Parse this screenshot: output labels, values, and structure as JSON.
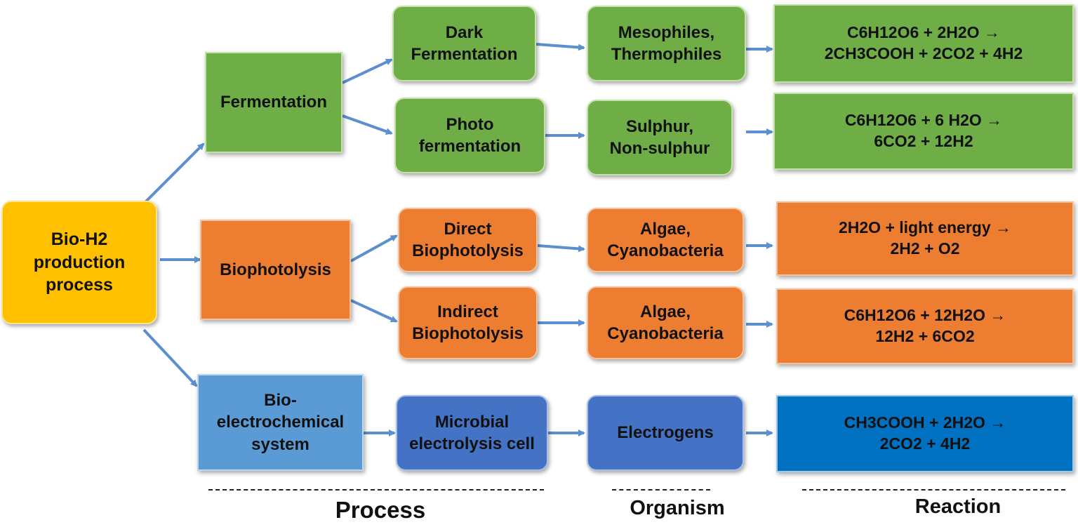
{
  "colors": {
    "green": "#6fae47",
    "orange": "#ed7d31",
    "blue_light": "#5b9bd5",
    "blue_mid": "#4472c4",
    "blue_dark": "#0070c0",
    "yellow": "#ffc000",
    "arrow": "#5b8fd0"
  },
  "root": {
    "line1": "Bio-H2",
    "line2": "production",
    "line3": "process"
  },
  "process": {
    "fermentation": "Fermentation",
    "biophotolysis": "Biophotolysis",
    "bes": {
      "line1": "Bio-",
      "line2": "electrochemical",
      "line3": "system"
    }
  },
  "subprocess": {
    "dark": {
      "line1": "Dark",
      "line2": "Fermentation"
    },
    "photo": {
      "line1": "Photo",
      "line2": "fermentation"
    },
    "direct": {
      "line1": "Direct",
      "line2": "Biophotolysis"
    },
    "indirect": {
      "line1": "Indirect",
      "line2": "Biophotolysis"
    },
    "mec": {
      "line1": "Microbial",
      "line2": "electrolysis cell"
    }
  },
  "organism": {
    "dark": {
      "line1": "Mesophiles,",
      "line2": "Thermophiles"
    },
    "photo": {
      "line1": "Sulphur,",
      "line2": "Non-sulphur"
    },
    "direct": {
      "line1": "Algae,",
      "line2": "Cyanobacteria"
    },
    "indirect": {
      "line1": "Algae,",
      "line2": "Cyanobacteria"
    },
    "mec": {
      "line1": "Electrogens"
    }
  },
  "reaction": {
    "dark": {
      "line1": "C6H12O6 + 2H2O →",
      "line2": "2CH3COOH + 2CO2 + 4H2"
    },
    "photo": {
      "line1": "C6H12O6 + 6 H2O →",
      "line2": "6CO2 + 12H2"
    },
    "direct": {
      "line1": "2H2O + light energy →",
      "line2": "2H2 + O2"
    },
    "indirect": {
      "line1": "C6H12O6 + 12H2O →",
      "line2": "12H2 + 6CO2"
    },
    "mec": {
      "line1": "CH3COOH + 2H2O →",
      "line2": "2CO2 + 4H2"
    }
  },
  "footer": {
    "process": "Process",
    "organism": "Organism",
    "reaction": "Reaction"
  }
}
